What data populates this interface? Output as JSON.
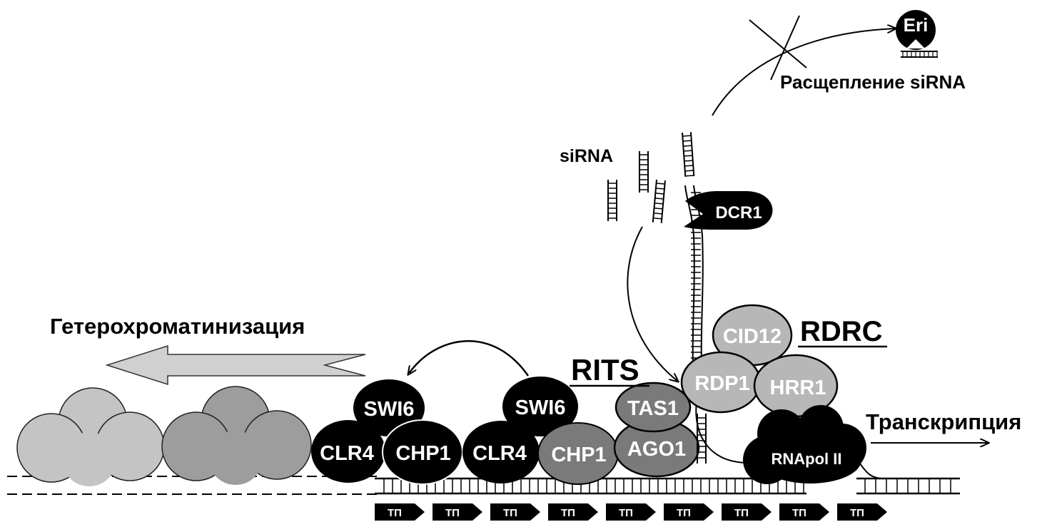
{
  "labels": {
    "eri": "Eri",
    "cleavage": "Расщепление siRNA",
    "sirna": "siRNA",
    "heterochromatin": "Гетерохроматинизация",
    "rits": "RITS",
    "rdrc": "RDRC",
    "transcription": "Транскрипция"
  },
  "proteins": {
    "dcr1": "DCR1",
    "cid12": "CID12",
    "rdp1": "RDP1",
    "hrr1": "HRR1",
    "tas1": "TAS1",
    "ago1": "AGO1",
    "swi6_a": "SWI6",
    "swi6_b": "SWI6",
    "clr4_a": "CLR4",
    "clr4_b": "CLR4",
    "chp1_a": "CHP1",
    "chp1_b": "CHP1",
    "rnapol": "RNApol II"
  },
  "promoter_label": "ТП",
  "promoter_count": 9,
  "colors": {
    "black": "#000000",
    "dark_gray": "#7a7a7a",
    "light_gray": "#b7b7b7",
    "nucleosome_light": "#c4c4c4",
    "nucleosome_dark": "#9d9d9d",
    "arrow_fill": "#d0d0d0"
  }
}
